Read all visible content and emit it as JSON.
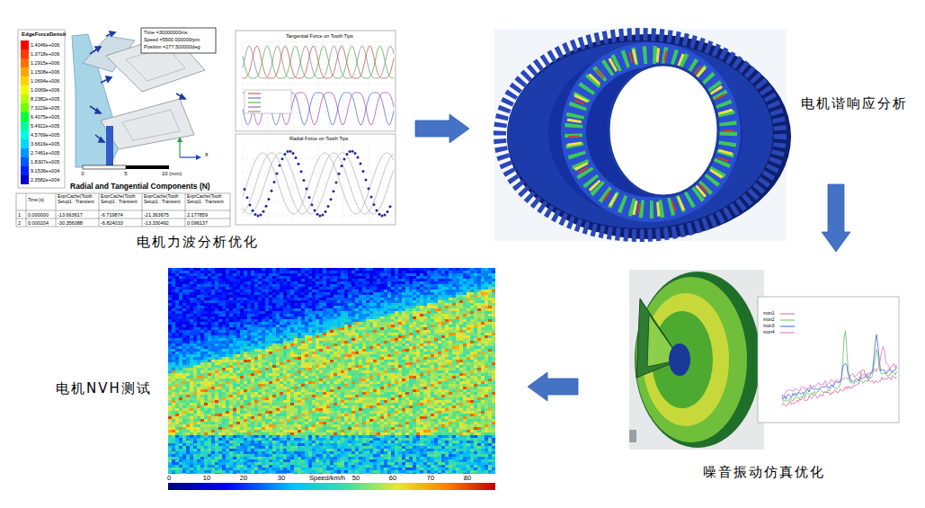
{
  "diagram": {
    "nodes": [
      {
        "text": [
          "电机力波分析优化"
        ]
      },
      {
        "text": [
          "电机谐响应分析"
        ]
      },
      {
        "text": [
          "噪音振动仿真优化"
        ]
      },
      {
        "text": [
          "电机NVH测试"
        ]
      }
    ],
    "edges": [
      {
        "from": 0,
        "to": 1,
        "arrow": "to"
      },
      {
        "from": 1,
        "to": 2,
        "arrow": "to"
      },
      {
        "from": 2,
        "to": 3,
        "arrow": "to"
      }
    ],
    "labels": [
      "EdgeForceDensit",
      "1.4046e+006",
      "1.3718e+006",
      "1.2915e+006",
      "1.1508e+006",
      "1.0694e+006",
      "1.0069e+006",
      "8.2382e+005",
      "7.3229e+005",
      "6.4075e+005",
      "5.4922e+005",
      "4.5769e+005",
      "3.6616e+005",
      "2.7461e+005",
      "1.8307e+005",
      "9.1536e+004",
      "2.3582e+004",
      "Time =30000000ms",
      "Speed =5500.000000rpm",
      "Position =277.500000deg",
      "0",
      "5",
      "10 (mm)",
      "Radial and Tangential Components (N)",
      "Time [s]",
      "ExprCache(Tooth Setup1 : Transient",
      "ExprCache(Tooth Setup1 : Transient",
      "ExprCache(Tooth Setup1 : Transient",
      "ExprCache(Tooth Setup1 : Transient",
      "1",
      "0.000000",
      "-13.663617",
      "-6.719874",
      "-21.363675",
      "2.177859",
      "2",
      "0.000204",
      "-30.356088",
      "-6.824033",
      "-13.330492",
      "0.096137",
      "Tangential Force on Tooth Tips",
      "Radial Force on Tooth Tips",
      "mon1",
      "mon2",
      "mon3",
      "mon4",
      "Speed/km/h",
      "0",
      "10",
      "20",
      "30",
      "50",
      "60",
      "70",
      "80",
      "x"
    ]
  }
}
